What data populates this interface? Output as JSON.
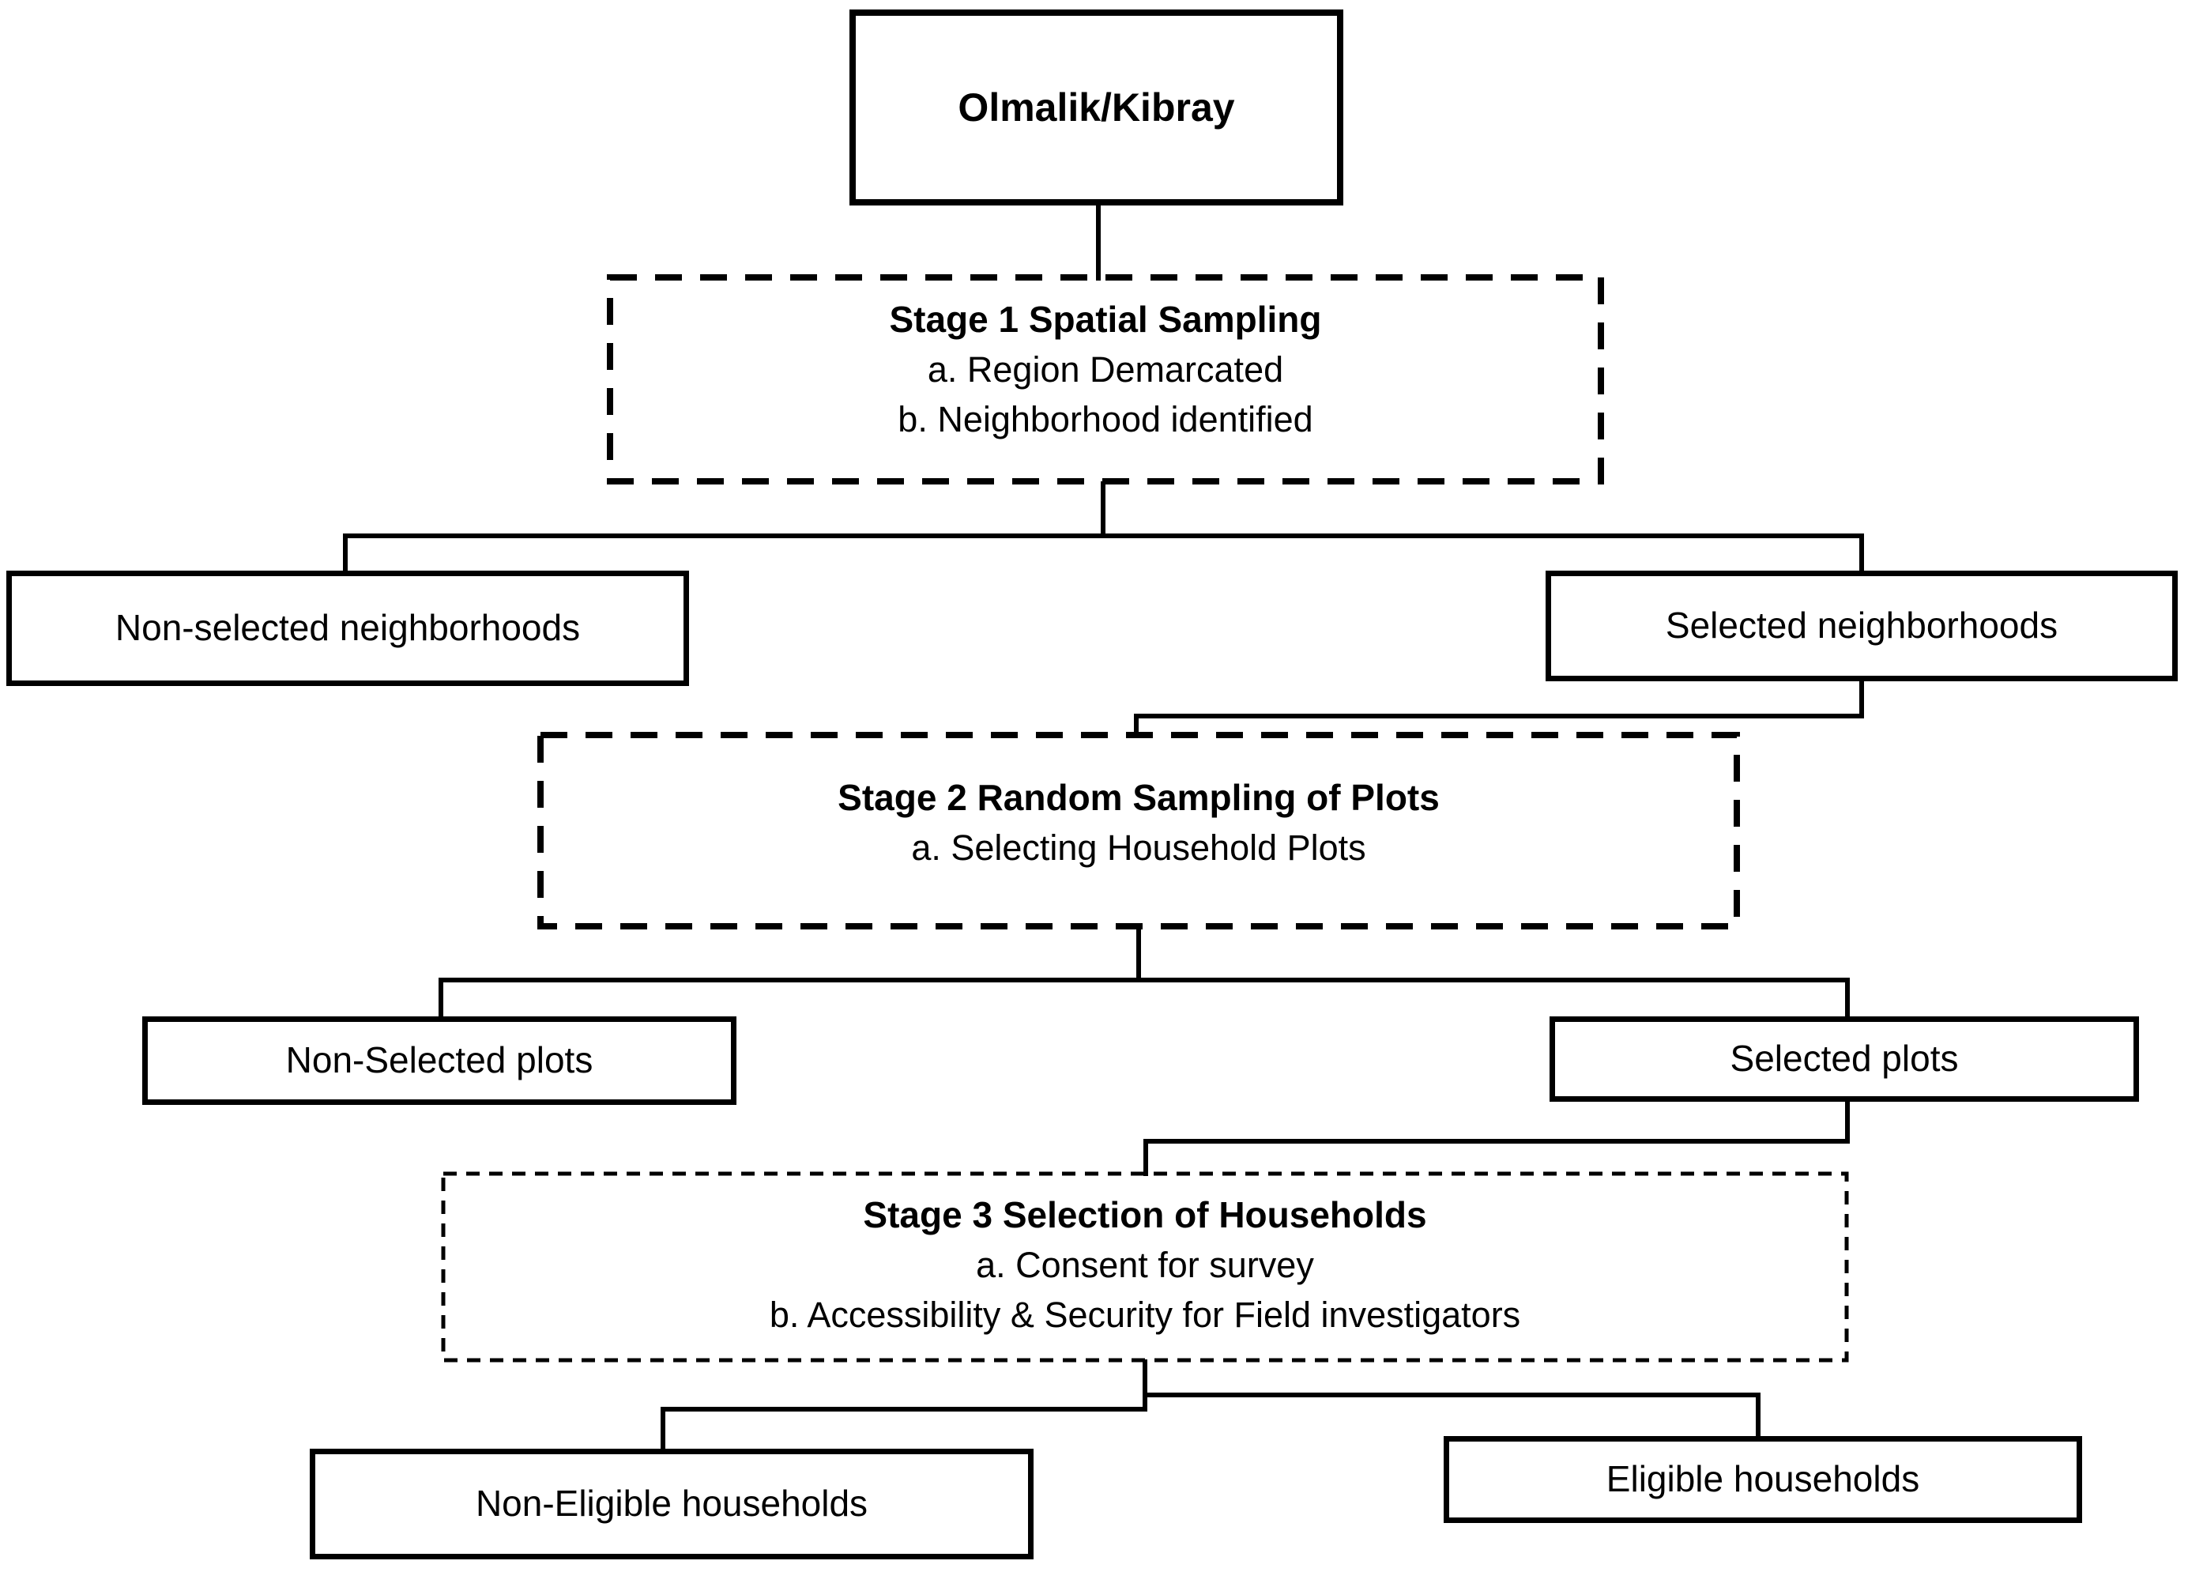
{
  "figure": {
    "type": "flowchart",
    "background_color": "#ffffff",
    "line_color": "#000000"
  },
  "root": {
    "label": "Olmalik/Kibray"
  },
  "stages": [
    {
      "heading": "Stage 1 Spatial Sampling",
      "items": [
        "a. Region Demarcated",
        "b. Neighborhood identified"
      ],
      "border_style": "thick-dashed"
    },
    {
      "heading": "Stage 2 Random Sampling of Plots",
      "items": [
        "a. Selecting Household Plots"
      ],
      "border_style": "thick-dashed"
    },
    {
      "heading": "Stage 3 Selection of Households",
      "items": [
        "a. Consent for survey",
        "b. Accessibility & Security for Field investigators"
      ],
      "border_style": "thin-dashed"
    }
  ],
  "outcomes": [
    {
      "left": "Non-selected neighborhoods",
      "right": "Selected neighborhoods"
    },
    {
      "left": "Non-Selected plots",
      "right": "Selected plots"
    },
    {
      "left": "Non-Eligible households",
      "right": "Eligible households"
    }
  ]
}
